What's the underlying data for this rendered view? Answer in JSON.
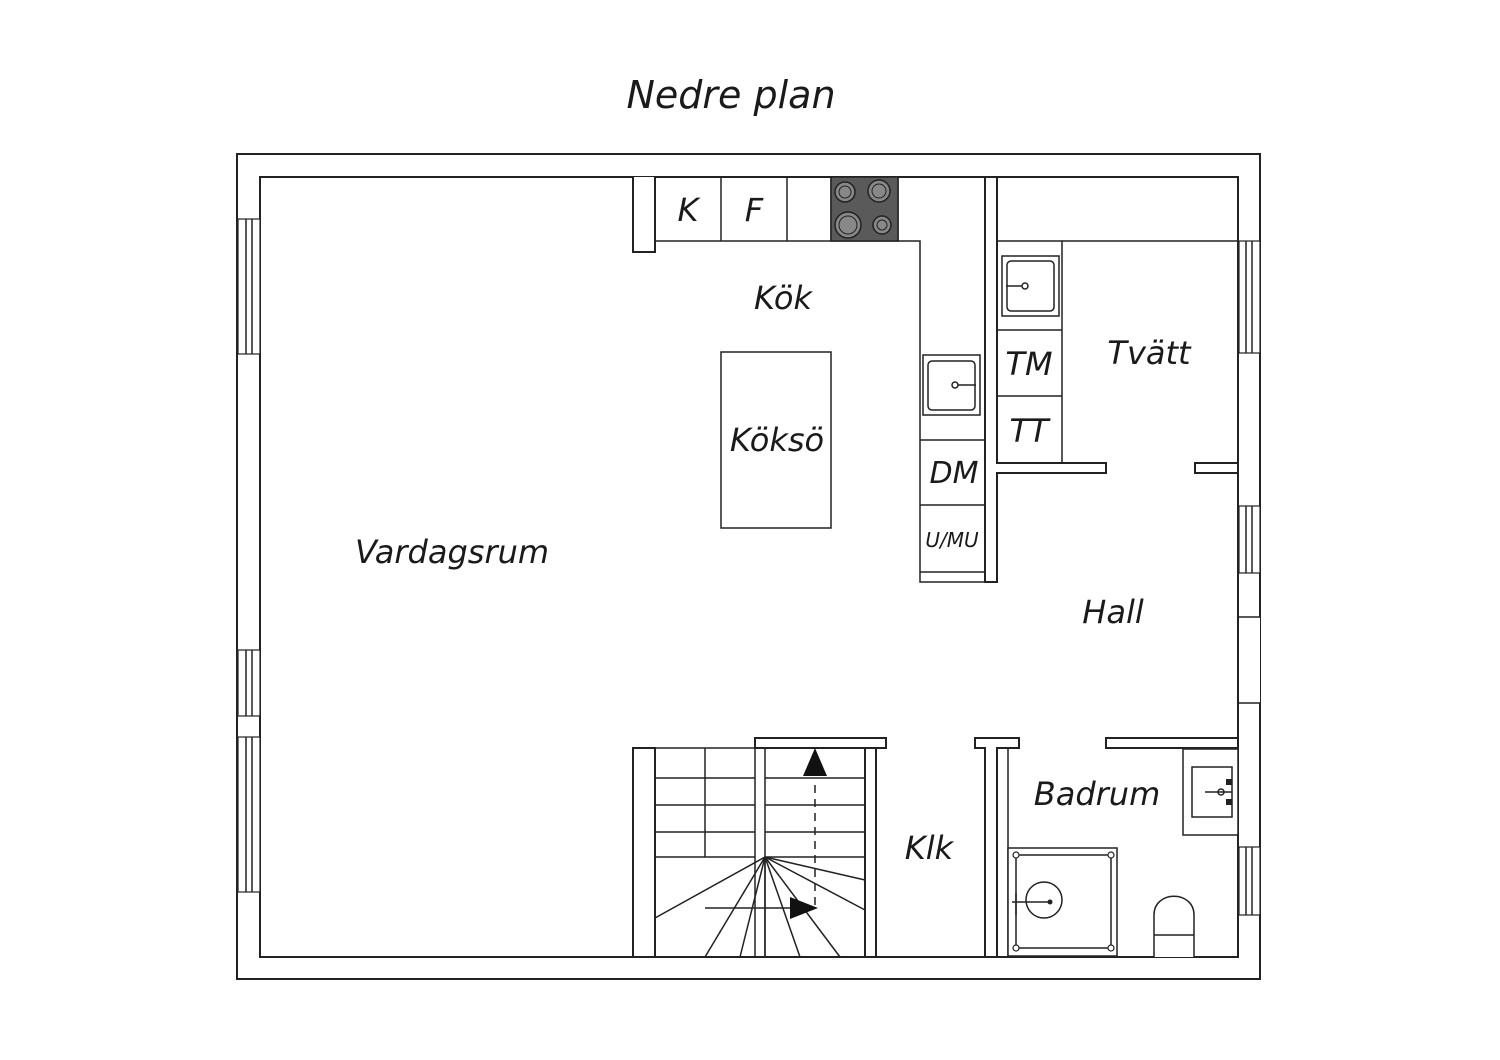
{
  "title": "Nedre plan",
  "rooms": {
    "kitchen": "Kök",
    "island": "Köksö",
    "living": "Vardagsrum",
    "laundry": "Tvätt",
    "hall": "Hall",
    "bathroom": "Badrum",
    "closet": "Klk"
  },
  "appliances": {
    "freezer": "K",
    "fridge": "F",
    "washer": "TM",
    "dryer": "TT",
    "dishwasher": "DM",
    "oven": "U/MU"
  }
}
